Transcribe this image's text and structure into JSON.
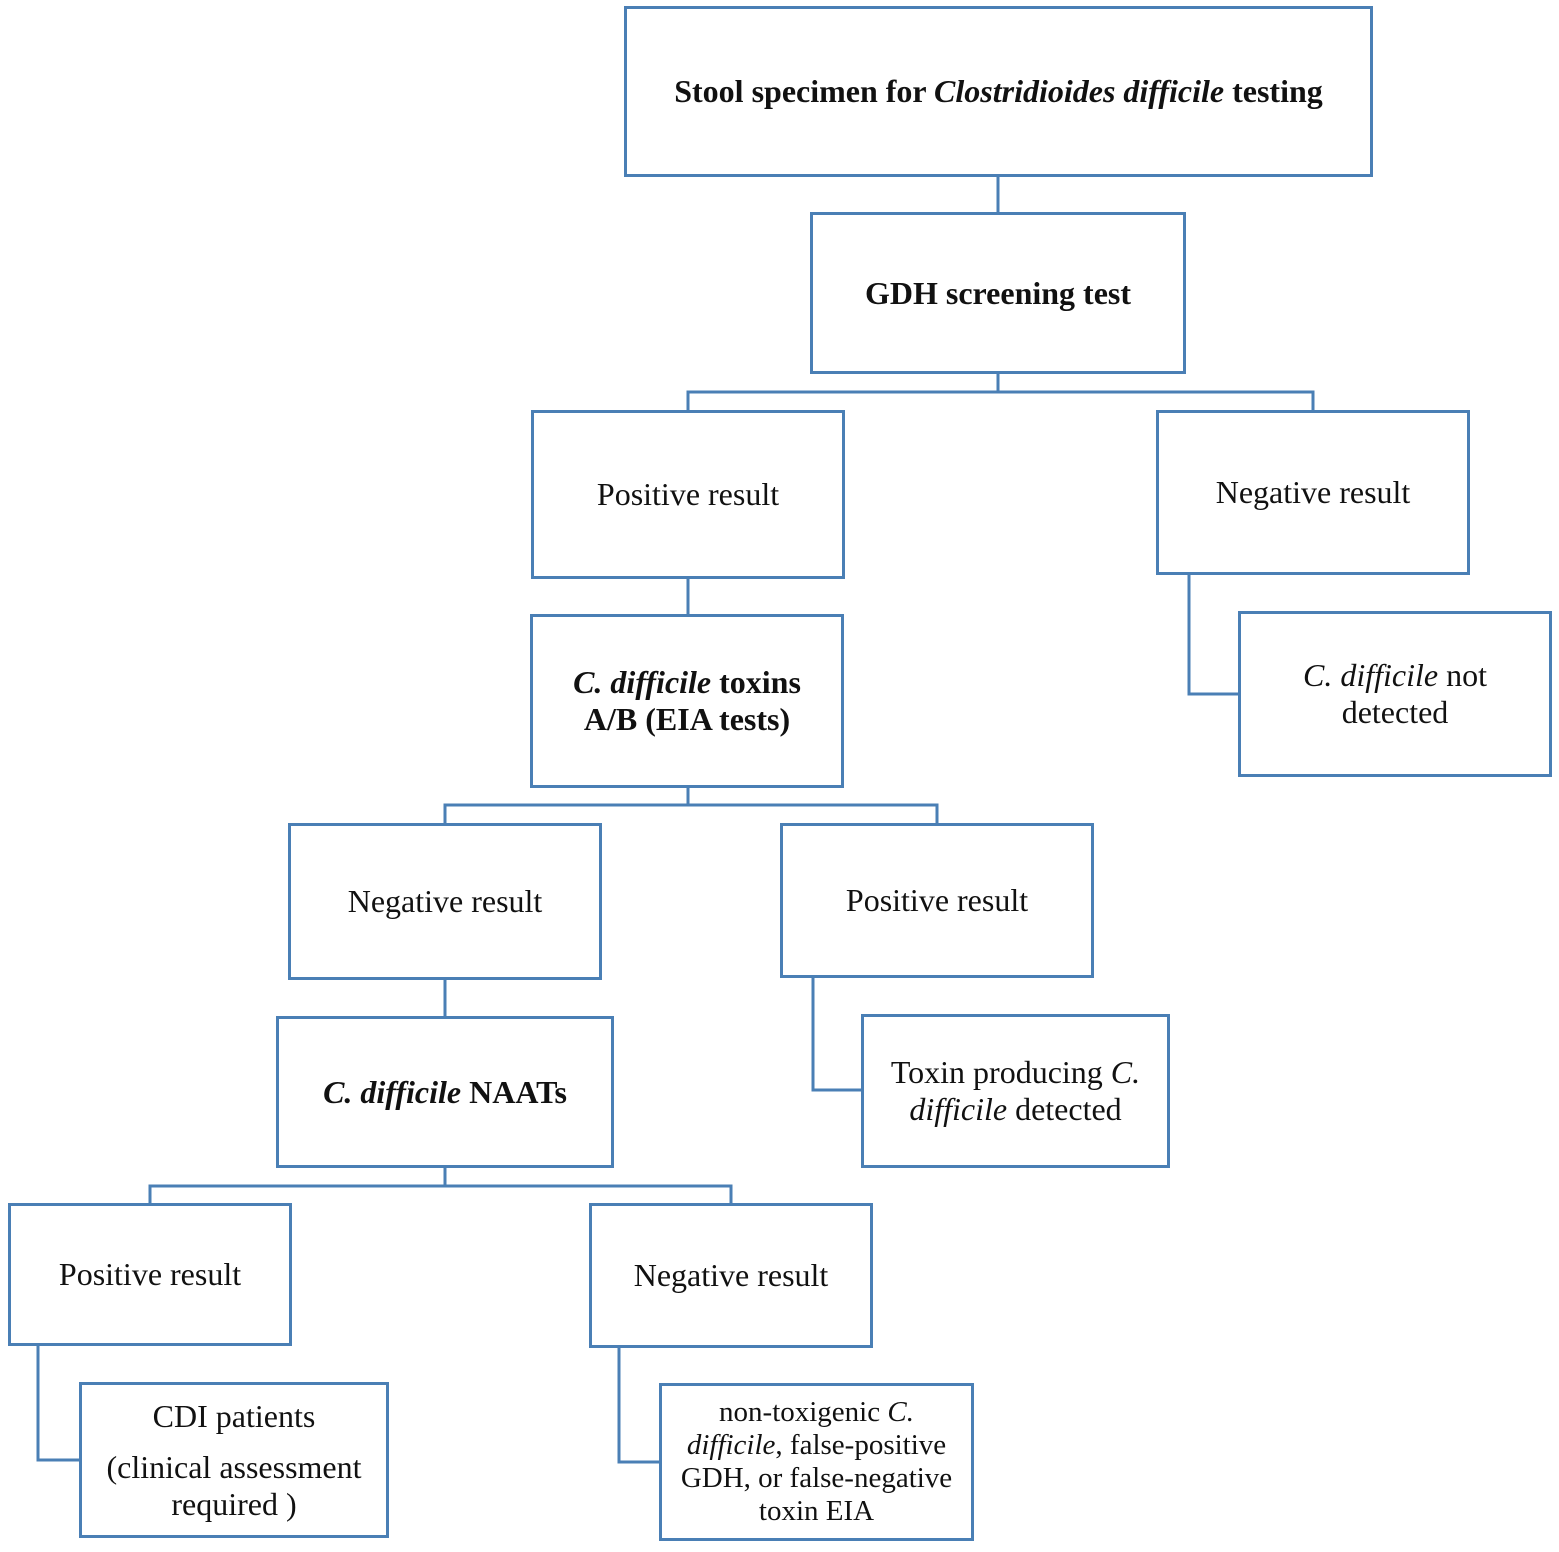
{
  "nodes": {
    "stool": {
      "prefix": "Stool specimen for ",
      "italic": "Clostridioides difficile",
      "suffix": " testing"
    },
    "gdh": {
      "label": "GDH screening test"
    },
    "gdh_positive": {
      "label": "Positive result"
    },
    "gdh_negative": {
      "label": "Negative result"
    },
    "not_detected": {
      "italic": "C. difficile",
      "line1_suffix": " not",
      "line2": "detected"
    },
    "toxins": {
      "italic": "C. difficile",
      "line1_suffix": " toxins",
      "line2": "A/B (EIA tests)"
    },
    "toxin_negative": {
      "label": "Negative result"
    },
    "toxin_positive": {
      "label": "Positive result"
    },
    "toxin_detected": {
      "line1_prefix": "Toxin producing ",
      "line1_italic": "C.",
      "line2_italic": "difficile",
      "line2_suffix": " detected"
    },
    "naat": {
      "italic": "C. difficile",
      "suffix": " NAATs"
    },
    "naat_positive": {
      "label": "Positive result"
    },
    "naat_negative": {
      "label": "Negative result"
    },
    "cdi": {
      "line1": "CDI patients",
      "line2": "(clinical assessment",
      "line3": "required )"
    },
    "non_toxigenic": {
      "line1_prefix": "non-toxigenic ",
      "line1_italic": "C.",
      "line2_italic": "difficile",
      "line2_suffix": ", false-positive",
      "line3": "GDH, or false-negative",
      "line4": "toxin EIA"
    }
  },
  "colors": {
    "border": "#4a7fb5",
    "text": "#111111",
    "background": "#ffffff"
  }
}
